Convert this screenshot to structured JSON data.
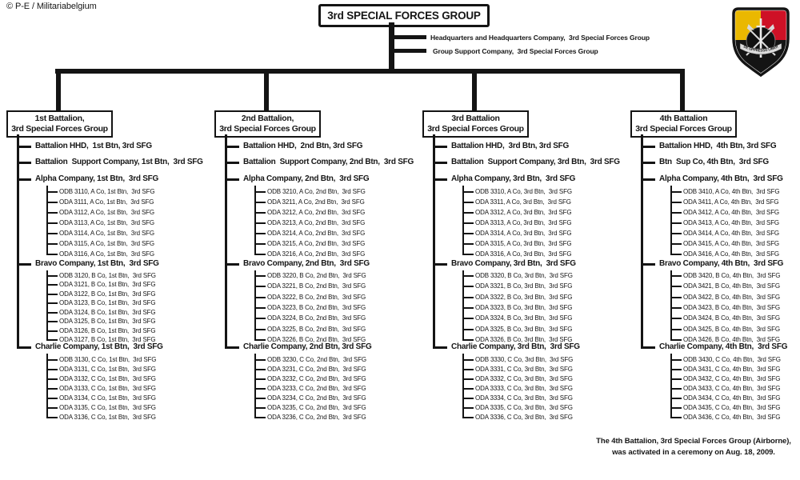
{
  "credit": "© P-E / Militariabelgium",
  "title": "3rd SPECIAL FORCES GROUP",
  "group_units": [
    "Headquarters and Headquarters Company,  3rd Special Forces Group",
    "Group Support Company,  3rd Special Forces Group"
  ],
  "insignia": {
    "name": "3rd Special Forces Group beret flash",
    "motto": "DE OPPRESSO LIBER",
    "colors": {
      "yellow": "#EAB800",
      "red": "#CE1126",
      "black": "#141414"
    }
  },
  "battalions": [
    {
      "name_line1": "1st Battalion,",
      "name_line2": "3rd Special Forces Group",
      "units": [
        {
          "label": "Battalion HHD,  1st Btn, 3rd SFG",
          "children": []
        },
        {
          "label": "Battalion  Support Company, 1st Btn,  3rd SFG",
          "children": []
        },
        {
          "label": "Alpha Company, 1st Btn,  3rd SFG",
          "children": [
            "ODB 3110, A Co, 1st Btn,  3rd SFG",
            "ODA 3111, A Co, 1st Btn,  3rd SFG",
            "ODA 3112, A Co, 1st Btn,  3rd SFG",
            "ODA 3113, A Co, 1st Btn,  3rd SFG",
            "ODA 3114, A Co, 1st Btn,  3rd SFG",
            "ODA 3115, A Co, 1st Btn,  3rd SFG",
            "ODA 3116, A Co, 1st Btn,  3rd SFG"
          ]
        },
        {
          "label": "Bravo Company, 1st Btn,  3rd SFG",
          "children": [
            "ODB 3120, B Co, 1st Btn,  3rd SFG",
            "ODA 3121, B Co, 1st Btn,  3rd SFG",
            "ODA 3122, B Co, 1st Btn,  3rd SFG",
            "ODA 3123, B Co, 1st Btn,  3rd SFG",
            "ODA 3124, B Co, 1st Btn,  3rd SFG",
            "ODA 3125, B Co, 1st Btn,  3rd SFG",
            "ODA 3126, B Co, 1st Btn,  3rd SFG",
            "ODA 3127, B Co, 1st Btn,  3rd SFG"
          ]
        },
        {
          "label": "Charlie Company, 1st Btn,  3rd SFG",
          "children": [
            "ODB 3130, C Co, 1st Btn,  3rd SFG",
            "ODA 3131, C Co, 1st Btn,  3rd SFG",
            "ODA 3132, C Co, 1st Btn,  3rd SFG",
            "ODA 3133, C Co, 1st Btn,  3rd SFG",
            "ODA 3134, C Co, 1st Btn,  3rd SFG",
            "ODA 3135, C Co, 1st Btn,  3rd SFG",
            "ODA 3136, C Co, 1st Btn,  3rd SFG"
          ]
        }
      ]
    },
    {
      "name_line1": "2nd Battalion,",
      "name_line2": "3rd Special Forces Group",
      "units": [
        {
          "label": "Battalion HHD,  2nd Btn, 3rd SFG",
          "children": []
        },
        {
          "label": "Battalion  Support Company, 2nd Btn,  3rd SFG",
          "children": []
        },
        {
          "label": "Alpha Company, 2nd Btn,  3rd SFG",
          "children": [
            "ODB 3210, A Co, 2nd Btn,  3rd SFG",
            "ODA 3211, A Co, 2nd Btn,  3rd SFG",
            "ODA 3212, A Co, 2nd Btn,  3rd SFG",
            "ODA 3213, A Co, 2nd Btn,  3rd SFG",
            "ODA 3214, A Co, 2nd Btn,  3rd SFG",
            "ODA 3215, A Co, 2nd Btn,  3rd SFG",
            "ODA 3216, A Co, 2nd Btn,  3rd SFG"
          ]
        },
        {
          "label": "Bravo Company, 2nd Btn,  3rd SFG",
          "children": [
            "ODB 3220, B Co, 2nd Btn,  3rd SFG",
            "ODA 3221, B Co, 2nd Btn,  3rd SFG",
            "ODA 3222, B Co, 2nd Btn,  3rd SFG",
            "ODA 3223, B Co, 2nd Btn,  3rd SFG",
            "ODA 3224, B Co, 2nd Btn,  3rd SFG",
            "ODA 3225, B Co, 2nd Btn,  3rd SFG",
            "ODA 3226, B Co, 2nd Btn,  3rd SFG"
          ]
        },
        {
          "label": "Charlie Company, 2nd Btn, 3rd SFG",
          "children": [
            "ODB 3230, C Co, 2nd Btn,  3rd SFG",
            "ODA 3231, C Co, 2nd Btn,  3rd SFG",
            "ODA 3232, C Co, 2nd Btn,  3rd SFG",
            "ODA 3233, C Co, 2nd Btn,  3rd SFG",
            "ODA 3234, C Co, 2nd Btn,  3rd SFG",
            "ODA 3235, C Co, 2nd Btn,  3rd SFG",
            "ODA 3236, C Co, 2nd Btn,  3rd SFG"
          ]
        }
      ]
    },
    {
      "name_line1": "3rd Battalion",
      "name_line2": "3rd Special Forces Group",
      "units": [
        {
          "label": "Battalion HHD,  3rd Btn, 3rd SFG",
          "children": []
        },
        {
          "label": "Battalion  Support Company, 3rd Btn,  3rd SFG",
          "children": []
        },
        {
          "label": "Alpha Company, 3rd Btn,  3rd SFG",
          "children": [
            "ODB 3310, A Co, 3rd Btn,  3rd SFG",
            "ODA 3311, A Co, 3rd Btn,  3rd SFG",
            "ODA 3312, A Co, 3rd Btn,  3rd SFG",
            "ODA 3313, A Co, 3rd Btn,  3rd SFG",
            "ODA 3314, A Co, 3rd Btn,  3rd SFG",
            "ODA 3315, A Co, 3rd Btn,  3rd SFG",
            "ODA 3316, A Co, 3rd Btn,  3rd SFG"
          ]
        },
        {
          "label": "Bravo Company, 3rd Btn,  3rd SFG",
          "children": [
            "ODB 3320, B Co, 3rd Btn,  3rd SFG",
            "ODA 3321, B Co, 3rd Btn,  3rd SFG",
            "ODA 3322, B Co, 3rd Btn,  3rd SFG",
            "ODA 3323, B Co, 3rd Btn,  3rd SFG",
            "ODA 3324, B Co, 3rd Btn,  3rd SFG",
            "ODA 3325, B Co, 3rd Btn,  3rd SFG",
            "ODA 3326, B Co, 3rd Btn,  3rd SFG"
          ]
        },
        {
          "label": "Charlie Company, 3rd Btn,  3rd SFG",
          "children": [
            "ODB 3330, C Co, 3rd Btn,  3rd SFG",
            "ODA 3331, C Co, 3rd Btn,  3rd SFG",
            "ODA 3332, C Co, 3rd Btn,  3rd SFG",
            "ODA 3333, C Co, 3rd Btn,  3rd SFG",
            "ODA 3334, C Co, 3rd Btn,  3rd SFG",
            "ODA 3335, C Co, 3rd Btn,  3rd SFG",
            "ODA 3336, C Co, 3rd Btn,  3rd SFG"
          ]
        }
      ]
    },
    {
      "name_line1": "4th Battalion",
      "name_line2": "3rd Special Forces Group",
      "units": [
        {
          "label": "Battalion HHD,  4th Btn, 3rd SFG",
          "children": []
        },
        {
          "label": "Btn  Sup Co, 4th Btn,  3rd SFG",
          "children": []
        },
        {
          "label": "Alpha Company, 4th Btn,  3rd SFG",
          "children": [
            "ODB 3410, A Co, 4th Btn,  3rd SFG",
            "ODA 3411, A Co, 4th Btn,  3rd SFG",
            "ODA 3412, A Co, 4th Btn,  3rd SFG",
            "ODA 3413, A Co, 4th Btn,  3rd SFG",
            "ODA 3414, A Co, 4th Btn,  3rd SFG",
            "ODA 3415, A Co, 4th Btn,  3rd SFG",
            "ODA 3416, A Co, 4th Btn,  3rd SFG"
          ]
        },
        {
          "label": "Bravo Company, 4th Btn,  3rd SFG",
          "children": [
            "ODB 3420, B Co, 4th Btn,  3rd SFG",
            "ODA 3421, B Co, 4th Btn,  3rd SFG",
            "ODA 3422, B Co, 4th Btn,  3rd SFG",
            "ODA 3423, B Co, 4th Btn,  3rd SFG",
            "ODA 3424, B Co, 4th Btn,  3rd SFG",
            "ODA 3425, B Co, 4th Btn,  3rd SFG",
            "ODA 3426, B Co, 4th Btn,  3rd SFG"
          ]
        },
        {
          "label": "Charlie Company, 4th Btn,  3rd SFG",
          "children": [
            "ODB 3430, C Co, 4th Btn,  3rd SFG",
            "ODA 3431, C Co, 4th Btn,  3rd SFG",
            "ODA 3432, C Co, 4th Btn,  3rd SFG",
            "ODA 3433, C Co, 4th Btn,  3rd SFG",
            "ODA 3434, C Co, 4th Btn,  3rd SFG",
            "ODA 3435, C Co, 4th Btn,  3rd SFG",
            "ODA 3436, C Co, 4th Btn,  3rd SFG"
          ]
        }
      ]
    }
  ],
  "footnote": {
    "line1": "The 4th Battalion, 3rd Special Forces Group (Airborne),",
    "line2": "was activated in a ceremony on Aug. 18, 2009."
  }
}
